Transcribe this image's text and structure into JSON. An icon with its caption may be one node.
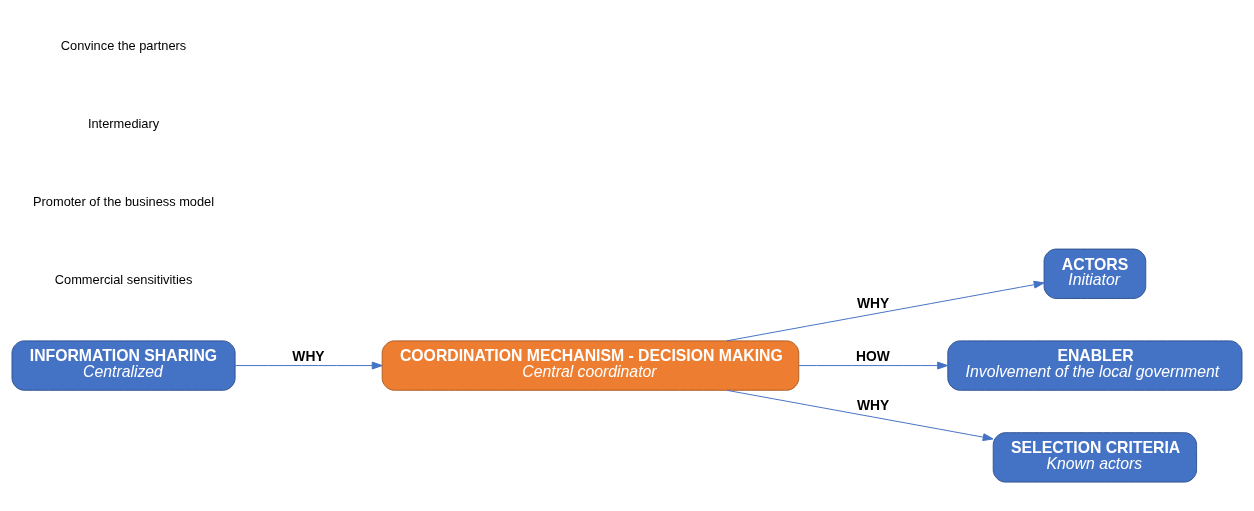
{
  "diagram": {
    "nodes": [
      {
        "text": [
          "INFORMATION SHARING",
          "Centralized"
        ]
      },
      {
        "text": [
          "ACTORS",
          "Initiator"
        ]
      },
      {
        "text": [
          "COORDINATION MECHANISM - DECISION MAKING",
          "Central coordinator"
        ]
      },
      {
        "text": [
          "ENABLER",
          "Involvement of the local government"
        ]
      },
      {
        "text": [
          "SELECTION CRITERIA",
          "Known actors"
        ]
      }
    ],
    "edges": [
      {
        "from": 0,
        "to": 2,
        "arrow": "to",
        "label": "WHY"
      },
      {
        "from": 2,
        "to": 1,
        "arrow": "to",
        "label": "WHY"
      },
      {
        "from": 2,
        "to": 3,
        "arrow": "to",
        "label": "HOW"
      },
      {
        "from": 2,
        "to": 4,
        "arrow": "to",
        "label": "WHY"
      }
    ],
    "labels": [
      "Commercial sensitivities",
      "Promoter of the business model",
      "Intermediary",
      "Convince the partners"
    ]
  }
}
